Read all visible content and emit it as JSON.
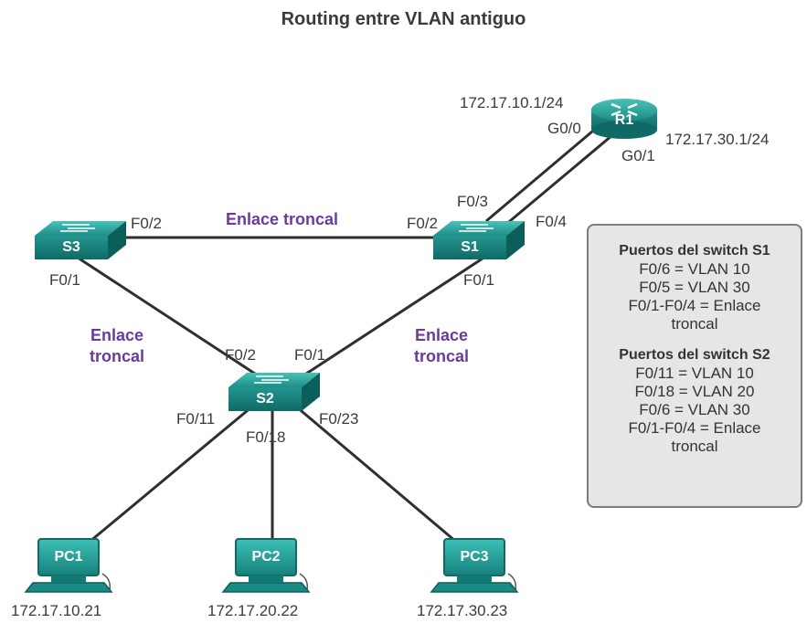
{
  "title": "Routing entre VLAN antiguo",
  "router": {
    "name": "R1",
    "ip_g00": "172.17.10.1/24",
    "ip_g01": "172.17.30.1/24",
    "port_g00": "G0/0",
    "port_g01": "G0/1"
  },
  "switches": {
    "s1": {
      "name": "S1",
      "p_f03": "F0/3",
      "p_f04": "F0/4",
      "p_f02": "F0/2",
      "p_f01": "F0/1"
    },
    "s2": {
      "name": "S2",
      "p_f02": "F0/2",
      "p_f01": "F0/1",
      "p_f011": "F0/11",
      "p_f018": "F0/18",
      "p_f023": "F0/23"
    },
    "s3": {
      "name": "S3",
      "p_f02": "F0/2",
      "p_f01": "F0/1"
    }
  },
  "links": {
    "s3_s1": "Enlace troncal",
    "s3_s2_line1": "Enlace",
    "s3_s2_line2": "troncal",
    "s1_s2_line1": "Enlace",
    "s1_s2_line2": "troncal"
  },
  "pcs": [
    {
      "name": "PC1",
      "ip": "172.17.10.21"
    },
    {
      "name": "PC2",
      "ip": "172.17.20.22"
    },
    {
      "name": "PC3",
      "ip": "172.17.30.23"
    }
  ],
  "infobox": {
    "s1_heading": "Puertos del switch S1",
    "s1_lines": [
      "F0/6 = VLAN 10",
      "F0/5 = VLAN 30",
      "F0/1-F0/4 = Enlace",
      "troncal"
    ],
    "s2_heading": "Puertos del switch S2",
    "s2_lines": [
      "F0/11 = VLAN 10",
      "F0/18 = VLAN 20",
      "F0/6 = VLAN 30",
      "F0/1-F0/4 = Enlace",
      "troncal"
    ]
  },
  "colors": {
    "device_teal": "#1f9a93",
    "link_purple": "#6a3a9e",
    "box_bg": "#e6e6e6"
  },
  "icons": [
    "router-icon",
    "switch-icon",
    "pc-icon"
  ]
}
